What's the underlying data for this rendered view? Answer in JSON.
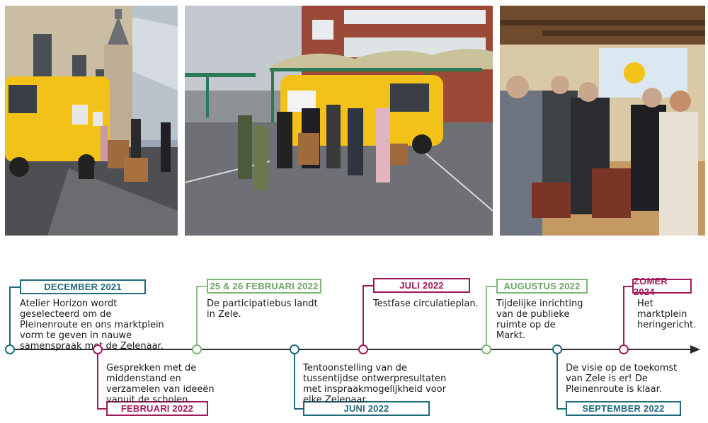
{
  "colors": {
    "teal": "#1f6b7c",
    "pink": "#a01a5a",
    "green": "#8fc08a",
    "axis": "#2b2b2b"
  },
  "photos": [
    {
      "name": "yellow van beside church on market square"
    },
    {
      "name": "participation bus with visitors on market square"
    },
    {
      "name": "information session in town hall"
    }
  ],
  "timeline": {
    "events": [
      {
        "date": "DECEMBER 2021",
        "text": "Atelier Horizon wordt geselecteerd om de Pleinenroute en ons marktplein vorm te geven in nauwe samenspraak met de Zelenaar."
      },
      {
        "date": "FEBRUARI 2022",
        "text": "Gesprekken met de middenstand en verzamelen van ideeën vanuit de scholen."
      },
      {
        "date": "25 & 26 FEBRUARI 2022",
        "text": "De participatiebus landt in Zele."
      },
      {
        "date": "JUNI 2022",
        "text": "Tentoonstelling van de tussentijdse ontwerpresultaten met inspraakmogelijkheid voor elke Zelenaar."
      },
      {
        "date": "JULI 2022",
        "text": "Testfase circulatieplan."
      },
      {
        "date": "AUGUSTUS 2022",
        "text": "Tijdelijke inrichting van de publieke ruimte op de Markt."
      },
      {
        "date": "SEPTEMBER 2022",
        "text": "De visie op de toekomst van Zele is er! De Pleinenroute is klaar."
      },
      {
        "date": "ZOMER 2024",
        "text": "Het marktplein heringericht."
      }
    ]
  }
}
